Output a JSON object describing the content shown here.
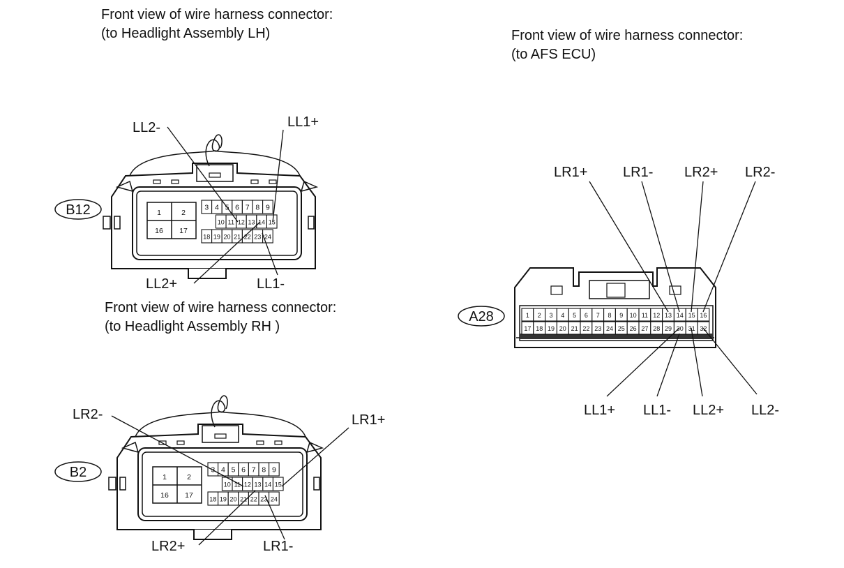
{
  "captions": {
    "lh": {
      "line1": "Front view of wire harness connector:",
      "line2": "(to Headlight Assembly LH)"
    },
    "ecu": {
      "line1": "Front view of wire harness connector:",
      "line2": "(to AFS ECU)"
    },
    "rh": {
      "line1": "Front view of wire harness connector:",
      "line2": "(to Headlight Assembly RH )"
    }
  },
  "connectors": {
    "b12": {
      "id": "B12",
      "big_pins": [
        "1",
        "2",
        "16",
        "17"
      ],
      "row1": [
        "3",
        "4",
        "5",
        "6",
        "7",
        "8",
        "9"
      ],
      "row2": [
        "10",
        "11",
        "12",
        "13",
        "14",
        "15"
      ],
      "row3": [
        "18",
        "19",
        "20",
        "21",
        "22",
        "23",
        "24"
      ],
      "wires": {
        "ll2_minus": "LL2-",
        "ll1_plus": "LL1+",
        "ll2_plus": "LL2+",
        "ll1_minus": "LL1-"
      }
    },
    "b2": {
      "id": "B2",
      "big_pins": [
        "1",
        "2",
        "16",
        "17"
      ],
      "row1": [
        "3",
        "4",
        "5",
        "6",
        "7",
        "8",
        "9"
      ],
      "row2": [
        "10",
        "11",
        "12",
        "13",
        "14",
        "15"
      ],
      "row3": [
        "18",
        "19",
        "20",
        "21",
        "22",
        "23",
        "24"
      ],
      "wires": {
        "lr2_minus": "LR2-",
        "lr1_plus": "LR1+",
        "lr2_plus": "LR2+",
        "lr1_minus": "LR1-"
      }
    },
    "a28": {
      "id": "A28",
      "row1": [
        "1",
        "2",
        "3",
        "4",
        "5",
        "6",
        "7",
        "8",
        "9",
        "10",
        "11",
        "12",
        "13",
        "14",
        "15",
        "16"
      ],
      "row2": [
        "17",
        "18",
        "19",
        "20",
        "21",
        "22",
        "23",
        "24",
        "25",
        "26",
        "27",
        "28",
        "29",
        "30",
        "31",
        "32"
      ],
      "wires_top": {
        "lr1_plus": "LR1+",
        "lr1_minus": "LR1-",
        "lr2_plus": "LR2+",
        "lr2_minus": "LR2-"
      },
      "wires_bottom": {
        "ll1_plus": "LL1+",
        "ll1_minus": "LL1-",
        "ll2_plus": "LL2+",
        "ll2_minus": "LL2-"
      }
    }
  }
}
